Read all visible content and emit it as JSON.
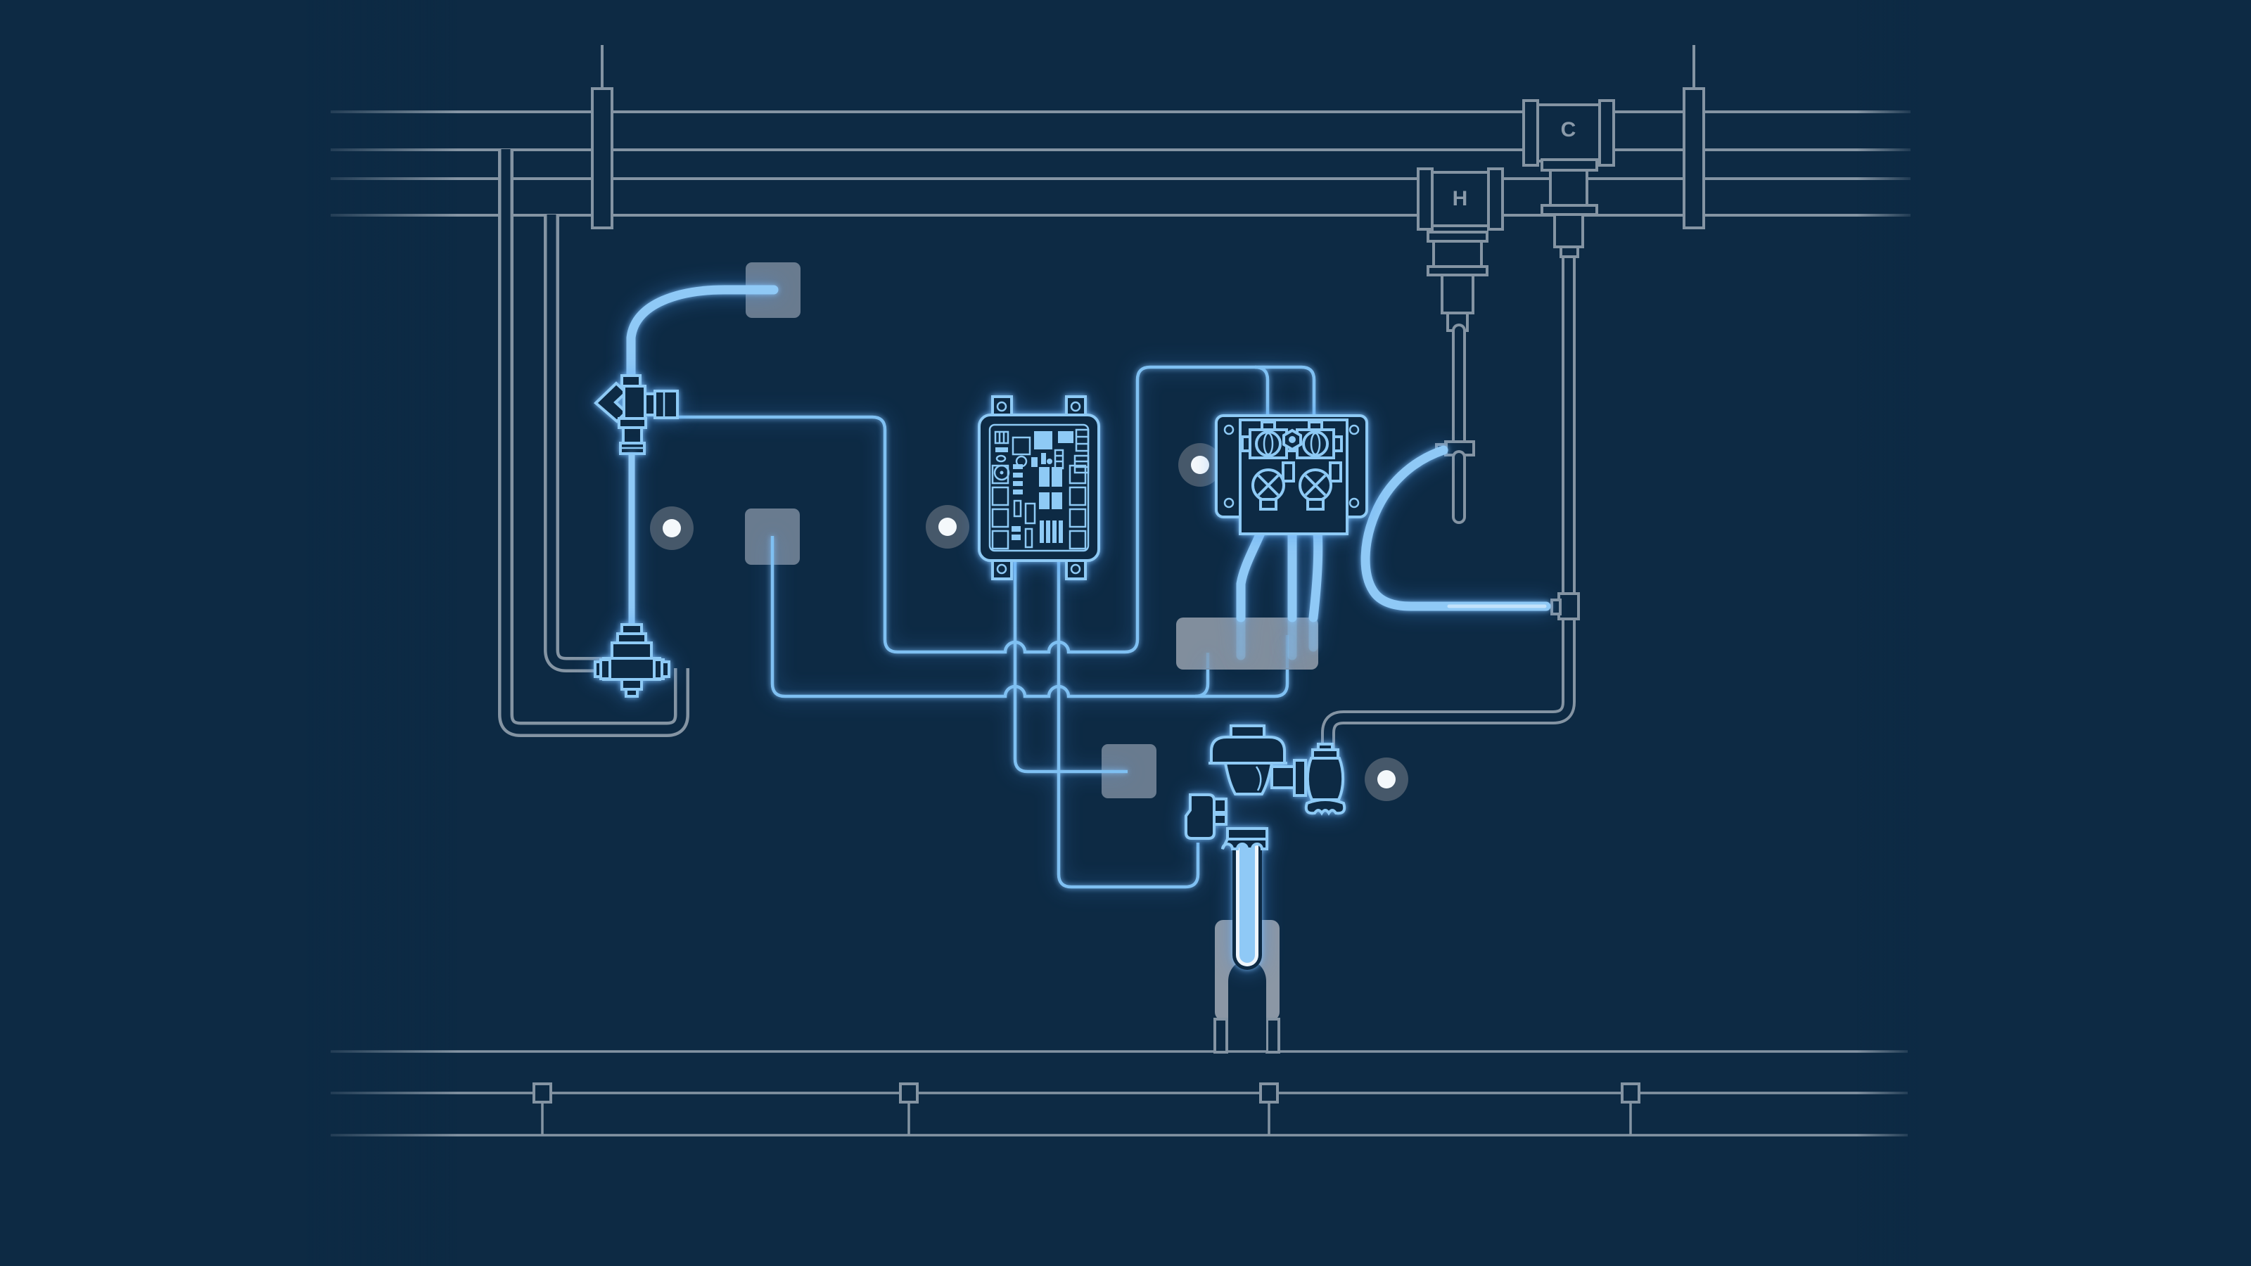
{
  "diagram": {
    "kind": "plumbing-system-blueprint",
    "labels": {
      "hot": "H",
      "cold": "C"
    },
    "colors": {
      "background": "#0d2a44",
      "pipe-gray": "#8494a3",
      "component-blue": "#8ecaf5",
      "wire-blue": "#7fc0f2",
      "tube-blue": "#8fc9f6",
      "tube-core": "#c3e2fb",
      "tube-edge": "#eef5fc",
      "callout-gray": "#6f8094",
      "callout-light": "#8b97a5",
      "marker-ring": "#46586a",
      "marker-dot": "#f4f8fb",
      "label-gray": "#8a9aa9"
    },
    "components": [
      "cold-water-main",
      "hot-water-main",
      "cold-tee-fitting",
      "hot-tee-fitting",
      "pipe-hanger-left",
      "pipe-hanger-right",
      "temperature-probe",
      "mixing-valve",
      "check-valve",
      "control-module-pcb",
      "monitor-valve-panel",
      "flushometer",
      "control-stop",
      "solenoid-module",
      "fixture-spud",
      "floor-lines",
      "supply-drop-pipe"
    ],
    "hotspot_markers": {
      "count": 4
    },
    "callout_placeholders": {
      "count": 4
    }
  }
}
